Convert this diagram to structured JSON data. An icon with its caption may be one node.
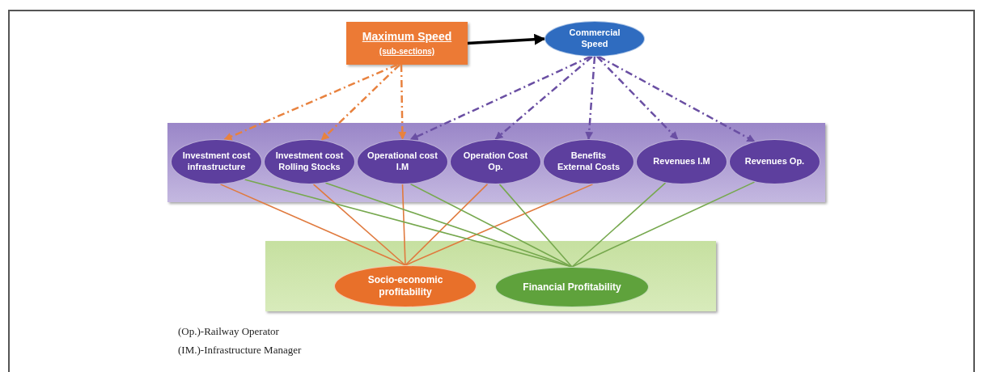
{
  "diagram": {
    "nodes": [
      {
        "text": [
          "Maximum Speed",
          "(sub-sections)"
        ]
      },
      {
        "text": [
          "Commercial Speed"
        ]
      },
      {
        "text": [],
        "shape": "box"
      },
      {
        "text": [
          "Investment cost infrastructure"
        ],
        "in": 2
      },
      {
        "text": [
          "Investment cost Rolling Stocks"
        ],
        "in": 2
      },
      {
        "text": [
          "Operational cost I.M"
        ],
        "in": 2
      },
      {
        "text": [
          "Operation Cost Op."
        ],
        "in": 2
      },
      {
        "text": [
          "Benefits External Costs"
        ],
        "in": 2
      },
      {
        "text": [
          "Revenues I.M"
        ],
        "in": 2
      },
      {
        "text": [
          "Revenues Op."
        ],
        "in": 2
      },
      {
        "text": [],
        "shape": "box"
      },
      {
        "text": [
          "Socio-economic profitability"
        ],
        "in": 10
      },
      {
        "text": [
          "Financial Profitability"
        ],
        "in": 10
      }
    ],
    "edges": [
      {
        "from": 0,
        "to": 1,
        "arrow": "to",
        "style": "thick",
        "color": "#000000"
      },
      {
        "from": 0,
        "to": 3,
        "arrow": "to",
        "style": "dashed",
        "color": "#e8823f"
      },
      {
        "from": 0,
        "to": 4,
        "arrow": "to",
        "style": "dashed",
        "color": "#e8823f"
      },
      {
        "from": 0,
        "to": 5,
        "arrow": "to",
        "style": "dashed",
        "color": "#e8823f"
      },
      {
        "from": 1,
        "to": 5,
        "arrow": "to",
        "style": "dashed",
        "color": "#6a4fa3"
      },
      {
        "from": 1,
        "to": 6,
        "arrow": "to",
        "style": "dashed",
        "color": "#6a4fa3"
      },
      {
        "from": 1,
        "to": 7,
        "arrow": "to",
        "style": "dashed",
        "color": "#6a4fa3"
      },
      {
        "from": 1,
        "to": 8,
        "arrow": "to",
        "style": "dashed",
        "color": "#6a4fa3"
      },
      {
        "from": 1,
        "to": 9,
        "arrow": "to",
        "style": "dashed",
        "color": "#6a4fa3"
      },
      {
        "from": 3,
        "to": 11,
        "arrow": "none",
        "color": "#e07a3e"
      },
      {
        "from": 4,
        "to": 11,
        "arrow": "none",
        "color": "#e07a3e"
      },
      {
        "from": 5,
        "to": 11,
        "arrow": "none",
        "color": "#e07a3e"
      },
      {
        "from": 6,
        "to": 11,
        "arrow": "none",
        "color": "#e07a3e"
      },
      {
        "from": 7,
        "to": 11,
        "arrow": "none",
        "color": "#e07a3e"
      },
      {
        "from": 3,
        "to": 12,
        "arrow": "none",
        "color": "#76a84e"
      },
      {
        "from": 4,
        "to": 12,
        "arrow": "none",
        "color": "#76a84e"
      },
      {
        "from": 5,
        "to": 12,
        "arrow": "none",
        "color": "#76a84e"
      },
      {
        "from": 6,
        "to": 12,
        "arrow": "none",
        "color": "#76a84e"
      },
      {
        "from": 8,
        "to": 12,
        "arrow": "none",
        "color": "#76a84e"
      },
      {
        "from": 9,
        "to": 12,
        "arrow": "none",
        "color": "#76a84e"
      }
    ],
    "labels": [
      "(Op.)-Railway Operator",
      "(IM.)-Infrastructure Manager"
    ]
  }
}
